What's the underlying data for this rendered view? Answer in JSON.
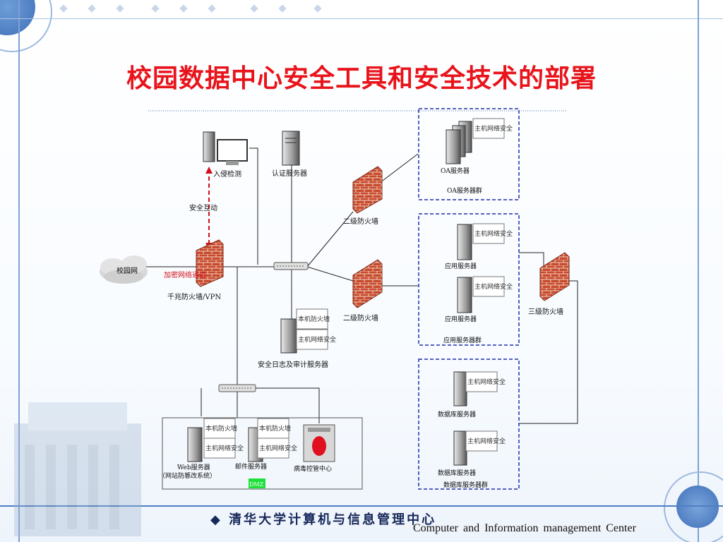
{
  "slide": {
    "title": "校园数据中心安全工具和安全技术的部署",
    "footer_cn": "清华大学计算机与信息管理中心",
    "footer_en": "Computer and Information management Center",
    "colors": {
      "title": "#e8141b",
      "accent_blue": "#4f7fc4",
      "group_border": "#1f2fa8",
      "link_red": "#d0101a"
    }
  },
  "diagram": {
    "nodes": {
      "ids": "入侵检测",
      "auth": "认证服务器",
      "campus": "校园网",
      "vpn_tunnel": "加密网络通道",
      "main_fw": "千兆防火墙/VPN",
      "security_interaction": "安全互动",
      "fw2_top": "二级防火墙",
      "fw2_mid": "二级防火墙",
      "fw3": "三级防火墙",
      "oa_server": "OA服务器",
      "oa_group": "OA服务器群",
      "app_server_1": "应用服务器",
      "app_server_2": "应用服务器",
      "app_group": "应用服务器群",
      "db_server_1": "数据库服务器",
      "db_server_2": "数据库服务器",
      "db_group": "数据库服务器群",
      "log_server": "安全日志及审计服务器",
      "web_server": "Web服务器",
      "web_note": "（网站防篡改系统）",
      "mail_server": "邮件服务器",
      "virus_center": "病毒控管中心",
      "dmz": "DMZ"
    },
    "badges": {
      "host_fw": "本机防火墙",
      "host_net": "主机网络安全"
    }
  }
}
